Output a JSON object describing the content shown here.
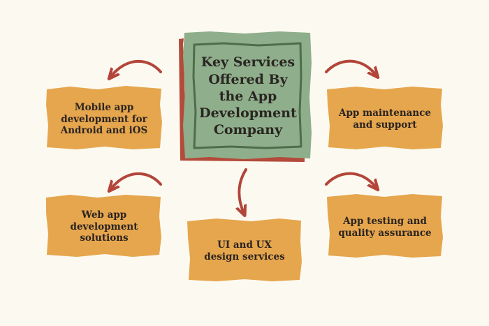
{
  "center": {
    "title": "Key Services\nOffered By\nthe App\nDevelopment\nCompany"
  },
  "services": [
    {
      "id": "mobile",
      "label": "Mobile app\ndevelopment for\nAndroid and iOS"
    },
    {
      "id": "web",
      "label": "Web app\ndevelopment\nsolutions"
    },
    {
      "id": "uiux",
      "label": "UI and UX\ndesign services"
    },
    {
      "id": "maintenance",
      "label": "App maintenance\nand support"
    },
    {
      "id": "testing",
      "label": "App testing and\nquality assurance"
    }
  ],
  "colors": {
    "background": "#fcfaf0",
    "center_fill": "#8fae8b",
    "center_shadow": "#b34a3a",
    "center_border": "#4d6e4a",
    "box_fill": "#e6a64e",
    "arrow": "#b3453a",
    "text": "#2b2420"
  }
}
